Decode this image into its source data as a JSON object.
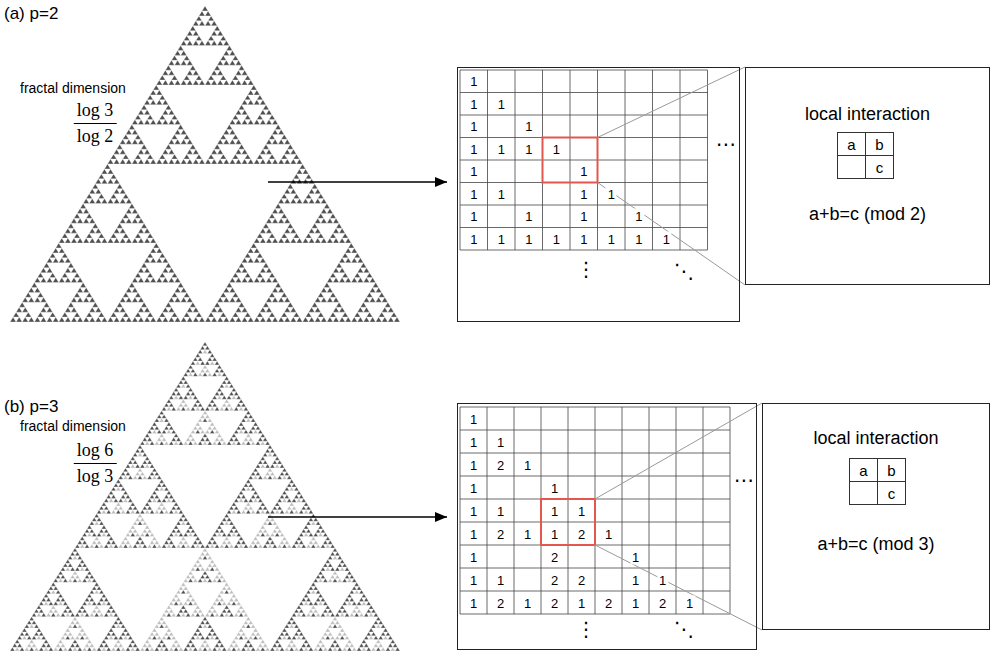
{
  "diagram": {
    "nodes": [
      {
        "text": [
          "fractal dimension",
          "log 3",
          "log 2"
        ]
      },
      {
        "text": [
          "⋯",
          "⋮",
          "⋱"
        ]
      },
      {
        "text": [
          "local interaction",
          "a+b=c (mod 2)"
        ]
      },
      {
        "text": [
          "a",
          "b",
          "c"
        ],
        "in": 2
      },
      {
        "text": [
          "fractal dimension",
          "log 6",
          "log 3"
        ]
      },
      {
        "text": [
          "⋯",
          "⋮",
          "⋱"
        ]
      },
      {
        "text": [
          "local interaction",
          "a+b=c (mod 3)"
        ]
      },
      {
        "text": [
          "a",
          "b",
          "c"
        ],
        "in": 6
      }
    ],
    "edges": [
      {
        "from": 0,
        "to": 1,
        "arrow": "to"
      },
      {
        "from": 4,
        "to": 5,
        "arrow": "to"
      }
    ],
    "labels": [
      "(a) p=2",
      "1",
      "1",
      "1",
      "1",
      "1",
      "1",
      "1",
      "1",
      "1",
      "1",
      "1",
      "1",
      "1",
      "1",
      "1",
      "1",
      "1",
      "1",
      "1",
      "1",
      "1",
      "1",
      "1",
      "1",
      "1",
      "1",
      "1",
      "(b) p=3",
      "1",
      "1",
      "1",
      "1",
      "2",
      "1",
      "1",
      "1",
      "1",
      "1",
      "1",
      "1",
      "1",
      "2",
      "1",
      "1",
      "2",
      "1",
      "1",
      "2",
      "1",
      "1",
      "1",
      "2",
      "2",
      "1",
      "1",
      "1",
      "2",
      "1",
      "2",
      "1",
      "2",
      "1",
      "2",
      "1"
    ]
  }
}
